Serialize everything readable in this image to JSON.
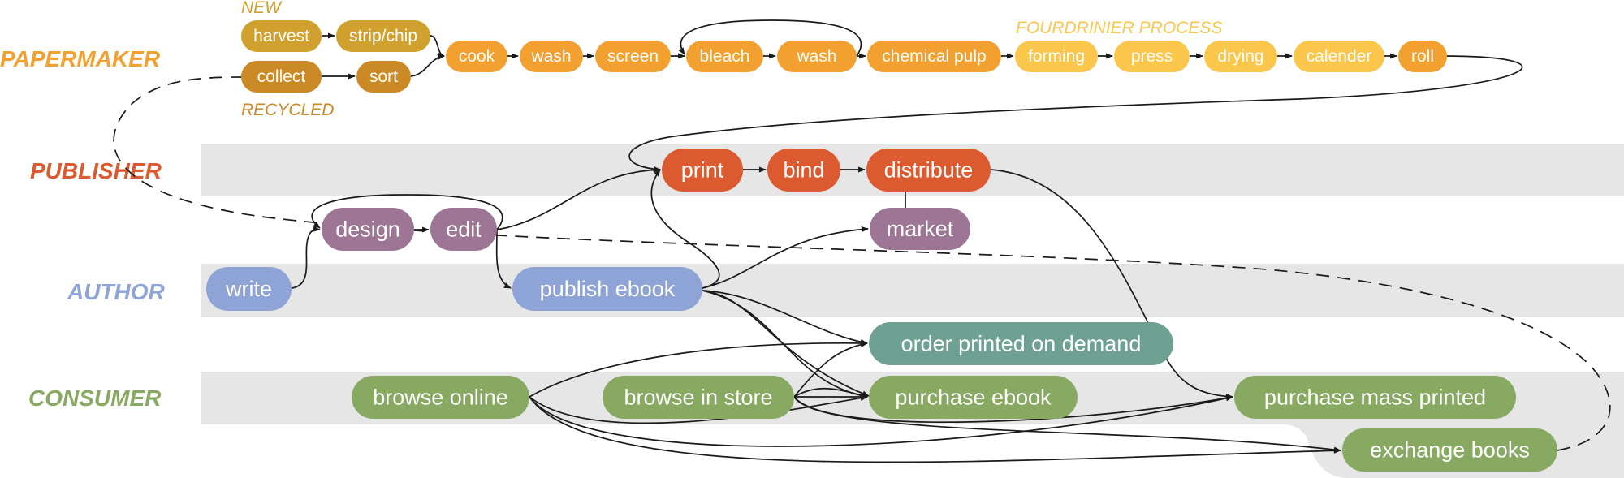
{
  "colors": {
    "papermaker": "#f2a02f",
    "papermaker_dark": "#cc8a26",
    "papermaker_new": "#d1a130",
    "fourdrinier": "#fbc64c",
    "publisher": "#dc5a2f",
    "design": "#9e7695",
    "author": "#8ea3d6",
    "consumer": "#88a962",
    "order": "#6fa192",
    "band": "#e6e6e6"
  },
  "lanes": {
    "papermaker": "PAPERMAKER",
    "publisher": "PUBLISHER",
    "author": "AUTHOR",
    "consumer": "CONSUMER"
  },
  "annotations": {
    "new": "NEW",
    "recycled": "RECYCLED",
    "fourdrinier": "FOURDRINIER PROCESS"
  },
  "nodes": {
    "harvest": "harvest",
    "strip_chip": "strip/chip",
    "collect": "collect",
    "sort": "sort",
    "cook": "cook",
    "wash1": "wash",
    "screen": "screen",
    "bleach": "bleach",
    "wash2": "wash",
    "chemical_pulp": "chemical pulp",
    "forming": "forming",
    "press": "press",
    "drying": "drying",
    "calender": "calender",
    "roll": "roll",
    "print": "print",
    "bind": "bind",
    "distribute": "distribute",
    "market": "market",
    "design": "design",
    "edit": "edit",
    "write": "write",
    "publish_ebook": "publish ebook",
    "order_pod": "order printed on demand",
    "browse_online": "browse online",
    "browse_store": "browse in store",
    "purchase_ebook": "purchase ebook",
    "purchase_mass": "purchase mass printed",
    "exchange": "exchange books"
  }
}
